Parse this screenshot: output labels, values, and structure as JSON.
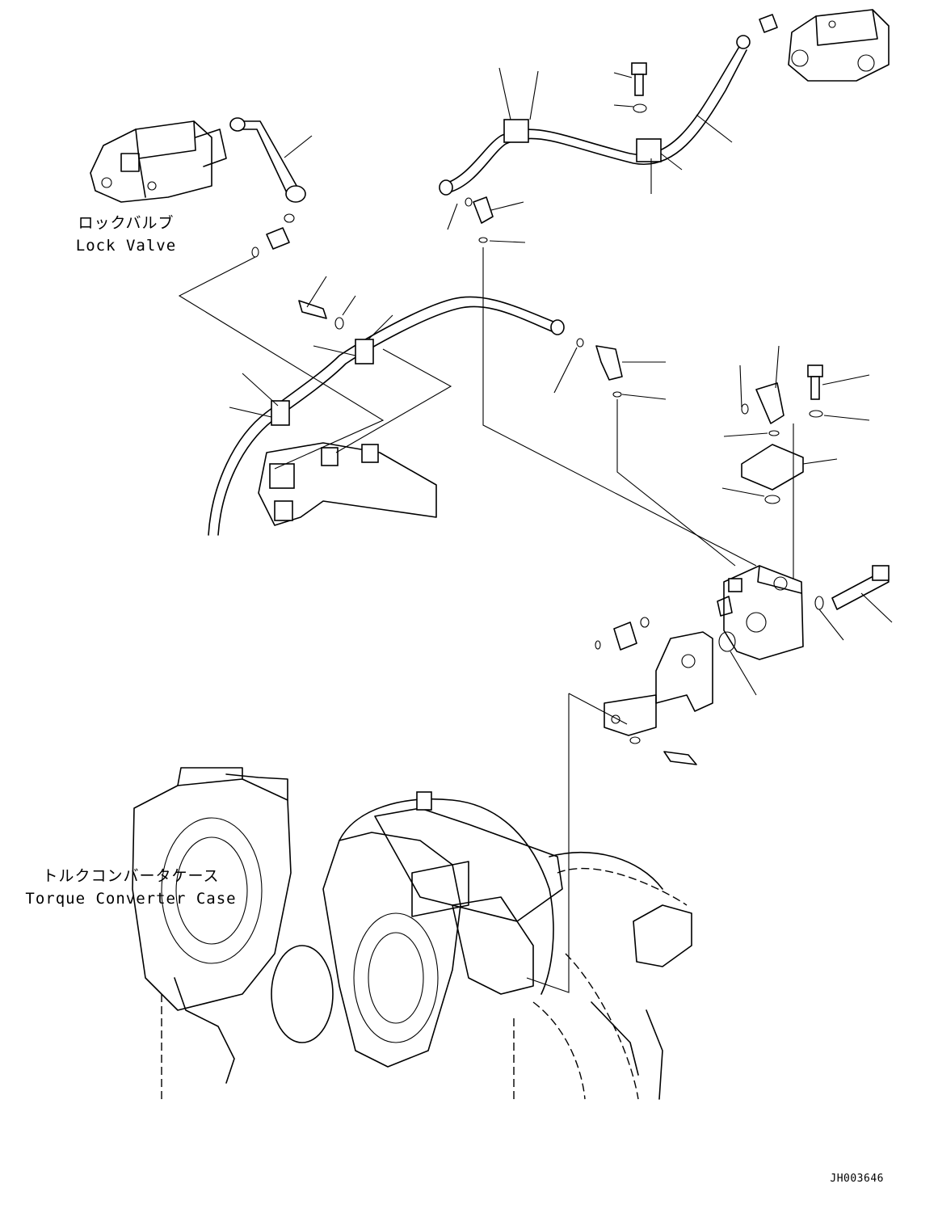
{
  "labels": {
    "lock_valve_ja": "ロックバルブ",
    "lock_valve_en": "Lock Valve",
    "torque_converter_ja": "トルクコンバータケース",
    "torque_converter_en": "Torque Converter Case",
    "drawing_number": "JH003646"
  }
}
